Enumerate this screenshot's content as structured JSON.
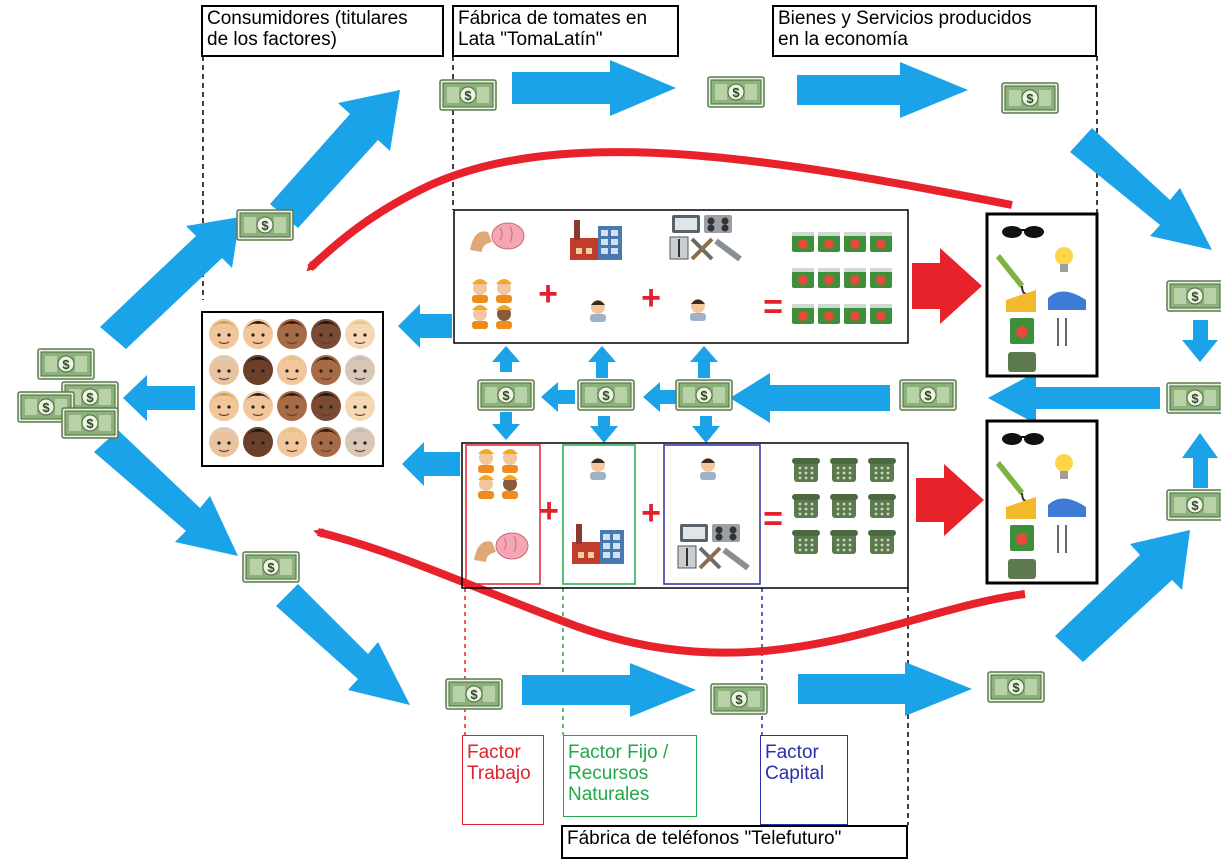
{
  "labels": {
    "consumers": "Consumidores (titulares\nde los factores)",
    "tomato_factory": "Fábrica de tomates en\nLata \"TomaLatín\"",
    "goods_services": "Bienes y Servicios producidos\nen la economía",
    "phone_factory": "Fábrica de teléfonos \"Telefuturo\"",
    "factor_labor": "Factor\nTrabajo",
    "factor_fixed": "Factor Fijo /\nRecursos\nNaturales",
    "factor_capital": "Factor\nCapital"
  },
  "symbols": {
    "plus": "+",
    "equals": "=",
    "money": "$"
  },
  "colors": {
    "money_flow": "#1aa3e8",
    "goods_flow": "#e8222a",
    "labor": "#e2222a",
    "fixed_factor": "#21a84a",
    "capital": "#2b2fa8",
    "banknote": "#8bb27a"
  },
  "icons": {
    "money": "banknote-icon",
    "labor": "worker-icon",
    "strength": "muscle-brain-icon",
    "factory": "factory-icon",
    "owner": "man-icon",
    "capital": "tools-icon",
    "product_tomato": "tomato-can-icon",
    "product_phone": "telephone-icon",
    "people": "people-faces-icon",
    "goods": "goods-basket-icon"
  }
}
